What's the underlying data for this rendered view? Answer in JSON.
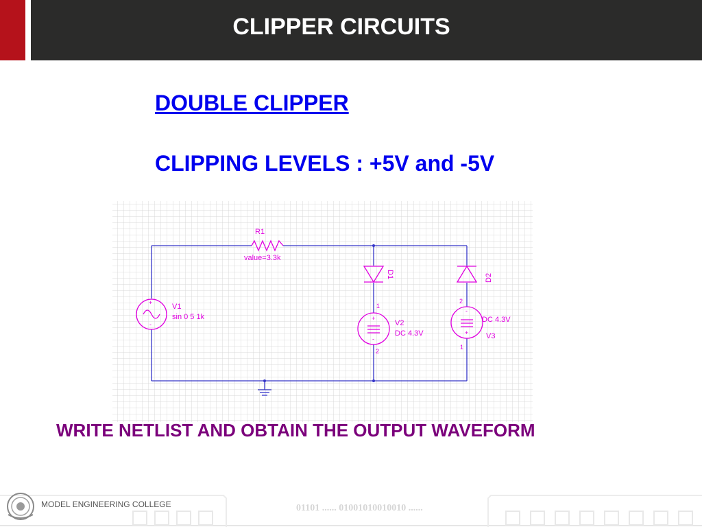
{
  "header": {
    "title": "CLIPPER CIRCUITS"
  },
  "content": {
    "subtitle": "DOUBLE CLIPPER",
    "clipping_levels": "CLIPPING LEVELS : +5V and -5V",
    "instruction": "WRITE NETLIST AND OBTAIN THE OUTPUT WAVEFORM"
  },
  "schematic": {
    "r1_name": "R1",
    "r1_value": "value=3.3k",
    "v1_name": "V1",
    "v1_value": "sin 0 5 1k",
    "d1_name": "D1",
    "d2_name": "D2",
    "v2_name": "V2",
    "v2_value": "DC 4.3V",
    "v3_name": "V3",
    "v3_value": "DC 4.3V",
    "pin_1": "1",
    "pin_2": "2",
    "plus": "+",
    "minus": "-",
    "wire_color": "#3535c8",
    "component_color": "#e000e0"
  },
  "footer": {
    "college": "MODEL ENGINEERING COLLEGE",
    "binary": "01101 ...... 01001010010010 ......"
  }
}
